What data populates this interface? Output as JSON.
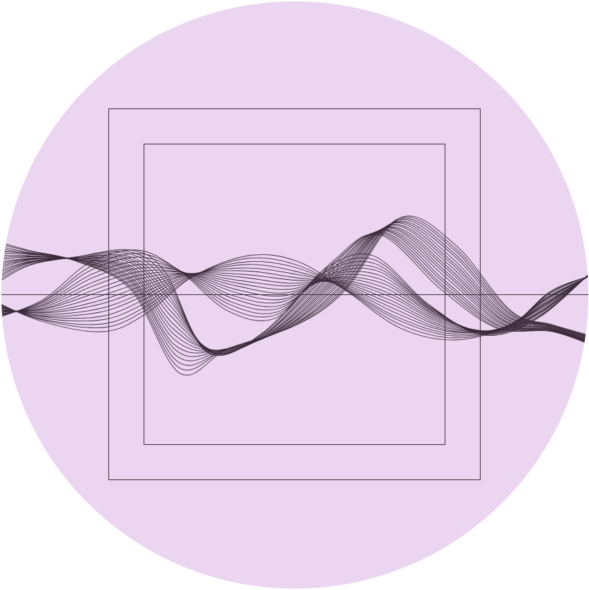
{
  "colors": {
    "page_background": "#ffffff",
    "disc_fill": "#ebd5f0",
    "line_stroke": "#3a2b3a"
  },
  "artwork": {
    "elements": [
      "lavender-disc",
      "outer-square-frame",
      "inner-square-frame",
      "horizontal-axis-line",
      "wave-band-a",
      "wave-band-b"
    ],
    "wave_band_a_line_count": 19,
    "wave_band_b_line_count": 19
  }
}
